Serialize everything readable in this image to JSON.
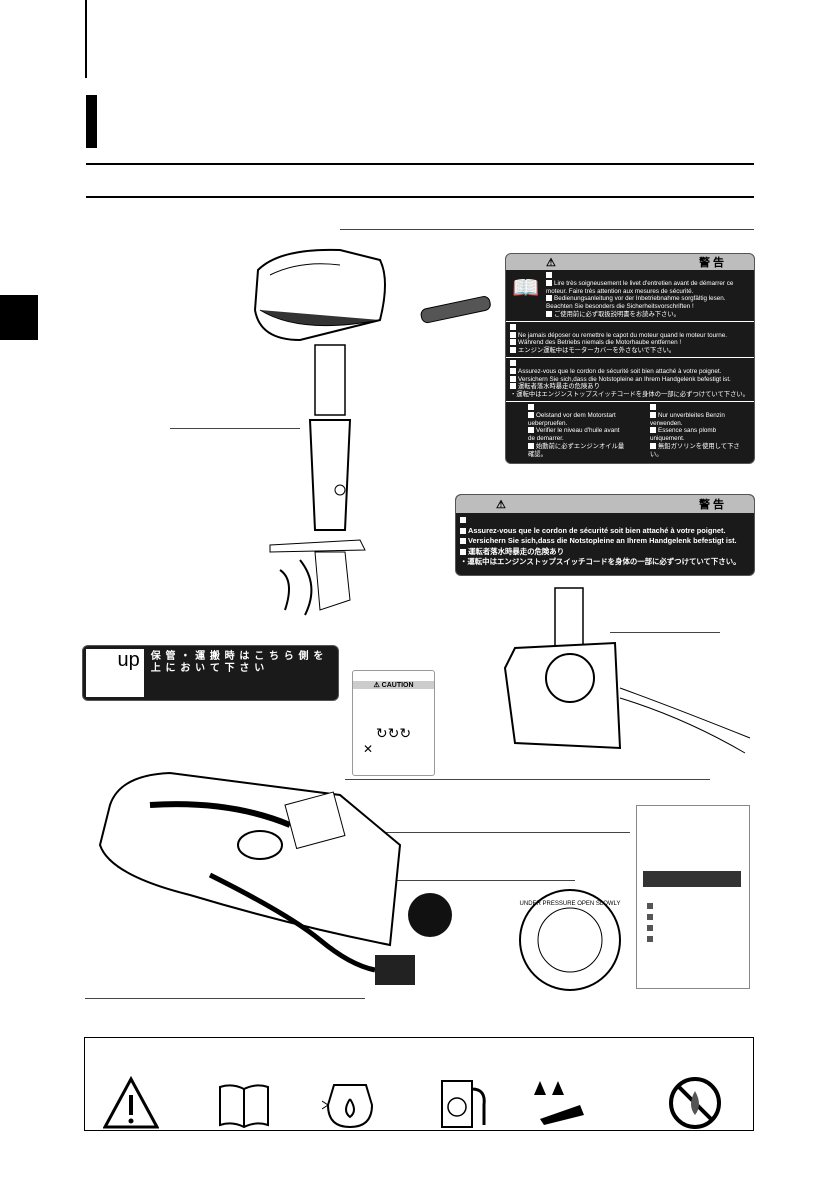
{
  "labels": {
    "warning_main": {
      "header_symbol": "⚠",
      "header_jp": "警 告",
      "s1": [
        "Lire très soigneusement le livet d'entretien avant de démarrer ce moteur. Faire très attention aux mesures de sécurité.",
        "Bedienungsanleitung vor der Inbetriebnahme sorgfältig lesen. Beachten Sie besonders die Sicherheitsvorschriften !",
        "ご使用前に必ず取扱説明書をお読み下さい。"
      ],
      "s2": [
        "Ne jamais déposer ou remettre le capot du moteur quand le moteur tourne.",
        "Während des Betriebs niemals die Motorhaube entfernen !",
        "エンジン運転中はモーターカバーを外さないで下さい。"
      ],
      "s3": [
        "Assurez-vous que le cordon de sécurité soit bien attaché à votre poignet.",
        "Versichern Sie sich,dass die Notstopleine an Ihrem Handgelenk befestigt ist.",
        "運転者落水時暴走の危険あり",
        "・運転中はエンジンストップスイッチコードを身体の一部に必ずつけていて下さい。"
      ],
      "s4_left": [
        "Oelstand vor dem Motorstart ueberpruefen.",
        "Verifier le niveau d'huile avant de demarrer.",
        "始動前に必ずエンジンオイル量確認。"
      ],
      "s4_right": [
        "Nur unverbleites Benzin verwenden.",
        "Essence sans plomb uniquement.",
        "無鉛ガソリンを使用して下さい。"
      ]
    },
    "warning_lanyard": {
      "header_symbol": "⚠",
      "header_jp": "警 告",
      "lines": [
        "Assurez-vous que le cordon de sécurité soit bien attaché à votre poignet.",
        "Versichern Sie sich,dass die Notstopleine an Ihrem Handgelenk befestigt ist.",
        "運転者落水時暴走の危険あり",
        "・運転中はエンジンストップスイッチコードを身体の一部に必ずつけていて下さい。"
      ]
    },
    "up_label": {
      "up": "up",
      "text": "保 管 ・ 運 搬 時 は こ ち ら 側 を 上 に お い て 下 さ い"
    },
    "caution_label": {
      "title": "⚠ CAUTION"
    },
    "fuel_cap_text": "UNDER PRESSURE OPEN SLOWLY"
  },
  "legend_icons": [
    "warning-icon",
    "manual-book-icon",
    "engine-oil-icon",
    "unleaded-fuel-icon",
    "up-storage-icon",
    "no-fire-icon"
  ]
}
